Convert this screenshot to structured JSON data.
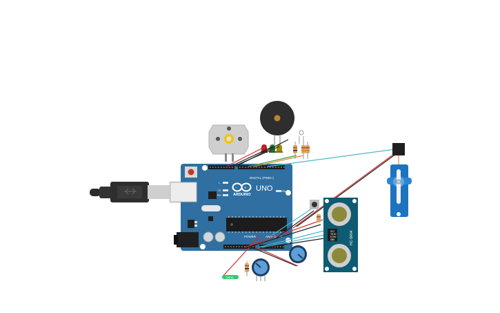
{
  "canvas": {
    "background": "#ffffff"
  },
  "board": {
    "brand": "ARDUINO",
    "model": "UNO",
    "logo": "infinity-logo",
    "header_top_label": "DIGITAL (PWM~)",
    "header_bottom_left_label": "POWER",
    "header_bottom_right_label": "ANALOG IN",
    "tx_label": "TX",
    "rx_label": "RX",
    "l_label": "L",
    "on_label": "ON",
    "color": "#2f6fa1"
  },
  "ultrasonic": {
    "model": "HC-SR04",
    "pins": [
      "VCC",
      "TRIG",
      "ECHO",
      "GND"
    ],
    "color": "#0e5b73"
  },
  "components": {
    "motor": "dc-motor",
    "buzzer": "piezo-buzzer",
    "leds": [
      "red",
      "green",
      "yellow"
    ],
    "servo": "micro-servo",
    "potentiometers": 2,
    "usb_cable": "usb-b-cable",
    "pushbutton": "tactile-button",
    "photoresistor": "ldr",
    "tag_label": "TMP36"
  },
  "wires": {
    "colors": {
      "red": "#d32f2f",
      "black": "#222222",
      "cyan": "#4fb8c8",
      "orange": "#e58a2a",
      "green": "#3aa23a"
    }
  }
}
